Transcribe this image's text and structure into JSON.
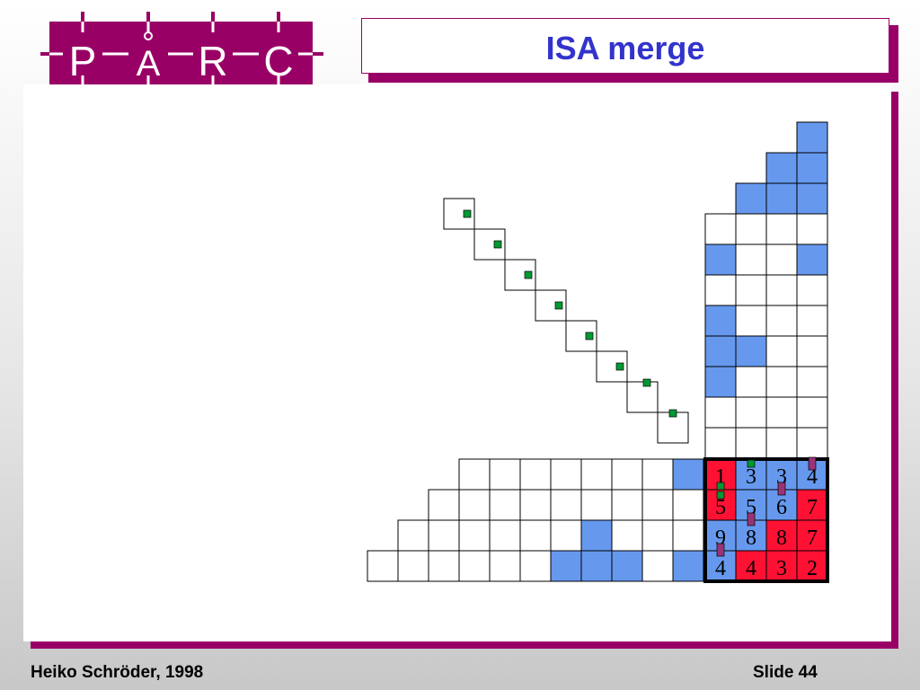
{
  "logo": {
    "letters": [
      "P",
      "A",
      "R",
      "C"
    ],
    "ring_icon": "ring-accent-icon"
  },
  "title": "ISA merge",
  "footer": {
    "author": "Heiko Schröder,  1998",
    "slide": "Slide 44"
  },
  "colors": {
    "brand": "#990066",
    "title_text": "#3333cc",
    "blue_cell": "#6699ee",
    "red_cell": "#ff1133",
    "green_marker": "#009933",
    "purple_marker": "#993377"
  },
  "diagram": {
    "vertical_column": {
      "rows": [
        [
          "",
          "",
          "",
          "B"
        ],
        [
          "",
          "",
          "B",
          "B"
        ],
        [
          "",
          "B",
          "B",
          "B"
        ],
        [
          "W",
          "W",
          "W",
          "W"
        ],
        [
          "B",
          "W",
          "W",
          "B"
        ],
        [
          "W",
          "W",
          "W",
          "W"
        ],
        [
          "B",
          "W",
          "W",
          "W"
        ],
        [
          "B",
          "B",
          "W",
          "W"
        ],
        [
          "B",
          "W",
          "W",
          "W"
        ],
        [
          "W",
          "W",
          "W",
          "W"
        ],
        [
          "W",
          "W",
          "W",
          "W"
        ]
      ]
    },
    "horizontal_rows": {
      "rows": [
        [
          "",
          "",
          "",
          "W",
          "W",
          "W",
          "W",
          "W",
          "W",
          "W",
          "B"
        ],
        [
          "",
          "",
          "W",
          "W",
          "W",
          "W",
          "W",
          "W",
          "W",
          "W",
          "W"
        ],
        [
          "",
          "W",
          "W",
          "W",
          "W",
          "W",
          "W",
          "B",
          "W",
          "W",
          "W"
        ],
        [
          "W",
          "W",
          "W",
          "W",
          "W",
          "W",
          "B",
          "B",
          "B",
          "W",
          "B"
        ]
      ]
    },
    "merge_block": {
      "values": [
        [
          "1",
          "3",
          "3",
          "4"
        ],
        [
          "5",
          "5",
          "6",
          "7"
        ],
        [
          "9",
          "8",
          "8",
          "7"
        ],
        [
          "4",
          "4",
          "3",
          "2"
        ]
      ],
      "colors": [
        [
          "R",
          "B",
          "B",
          "B"
        ],
        [
          "R",
          "B",
          "B",
          "R"
        ],
        [
          "B",
          "B",
          "R",
          "R"
        ],
        [
          "B",
          "R",
          "R",
          "R"
        ]
      ]
    },
    "staircase": {
      "steps": 8
    }
  }
}
